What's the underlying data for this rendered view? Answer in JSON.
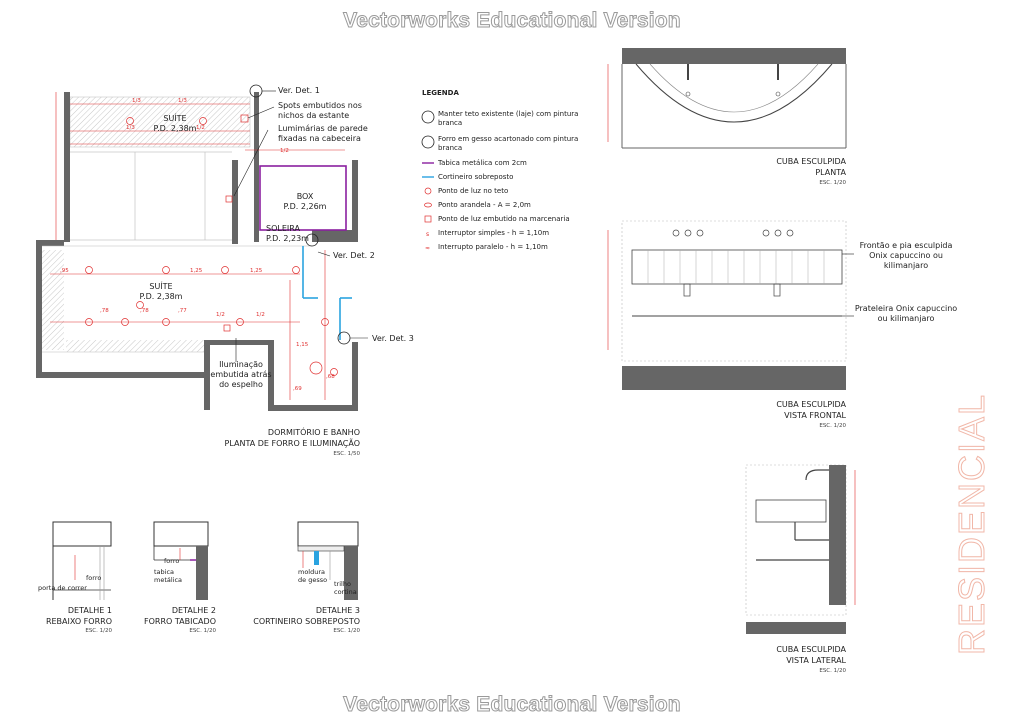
{
  "watermark": {
    "top": "Vectorworks Educational Version",
    "bottom": "Vectorworks Educational Version"
  },
  "side_title": "RESIDENCIAL",
  "plan": {
    "title_line1": "DORMITÓRIO E BANHO",
    "title_line2": "PLANTA DE FORRO E ILUMINAÇÃO",
    "scale": "ESC. 1/50",
    "rooms": {
      "suite_top_name": "SUÍTE",
      "suite_top_pd": "P.D. 2,38m",
      "box_name": "BOX",
      "box_pd": "P.D. 2,26m",
      "soleira_name": "SOLEIRA",
      "soleira_pd": "P.D. 2,23m",
      "suite_main_name": "SUÍTE",
      "suite_main_pd": "P.D. 2,38m"
    },
    "callouts": {
      "ver_det_1": "Ver. Det. 1",
      "ver_det_2": "Ver. Det. 2",
      "ver_det_3": "Ver. Det. 3",
      "spots": "Spots embutidos nos nichos da estante",
      "luminarias": "Lumimárias de parede fixadas na cabeceira",
      "iluminacao": "Iluminação embutida atrás do espelho"
    }
  },
  "legend": {
    "title": "LEGENDA",
    "items": [
      {
        "symbol": "circle-large",
        "label": "Manter teto existente (laje) com pintura branca"
      },
      {
        "symbol": "circle-large",
        "label": "Forro em gesso acartonado com pintura branca"
      },
      {
        "symbol": "line-purple",
        "label": "Tabica metálica com 2cm"
      },
      {
        "symbol": "line-blue",
        "label": "Cortineiro sobreposto"
      },
      {
        "symbol": "circle-red",
        "label": "Ponto de luz no teto"
      },
      {
        "symbol": "arandela-red",
        "label": "Ponto arandela - A = 2,0m"
      },
      {
        "symbol": "square-red",
        "label": "Ponto de luz embutido na marcenaria"
      },
      {
        "symbol": "s-red",
        "label": "Interruptor simples - h = 1,10m"
      },
      {
        "symbol": "p-red",
        "label": "Interrupto paralelo - h = 1,10m"
      }
    ],
    "colors": {
      "purple": "#8a1fa0",
      "blue": "#2aa3e0",
      "red": "#e03030"
    }
  },
  "details": [
    {
      "title": "DETALHE 1",
      "subtitle": "REBAIXO FORRO",
      "scale": "ESC. 1/20",
      "notes": [
        "forro",
        "porta de correr"
      ]
    },
    {
      "title": "DETALHE 2",
      "subtitle": "FORRO TABICADO",
      "scale": "ESC. 1/20",
      "notes": [
        "forro",
        "tabica metálica"
      ]
    },
    {
      "title": "DETALHE 3",
      "subtitle": "CORTINEIRO SOBREPOSTO",
      "scale": "ESC. 1/20",
      "notes": [
        "moldura de gesso",
        "trilho cortina"
      ]
    }
  ],
  "cuba": {
    "planta": {
      "line1": "CUBA ESCULPIDA",
      "line2": "PLANTA",
      "scale": "ESC. 1/20"
    },
    "frontal": {
      "line1": "CUBA ESCULPIDA",
      "line2": "VISTA FRONTAL",
      "scale": "ESC. 1/20",
      "note1": "Frontão e pia esculpida Onix capuccino ou kilimanjaro",
      "note2": "Prateleira Onix capuccino ou kilimanjaro"
    },
    "lateral": {
      "line1": "CUBA ESCULPIDA",
      "line2": "VISTA LATERAL",
      "scale": "ESC. 1/20"
    }
  }
}
